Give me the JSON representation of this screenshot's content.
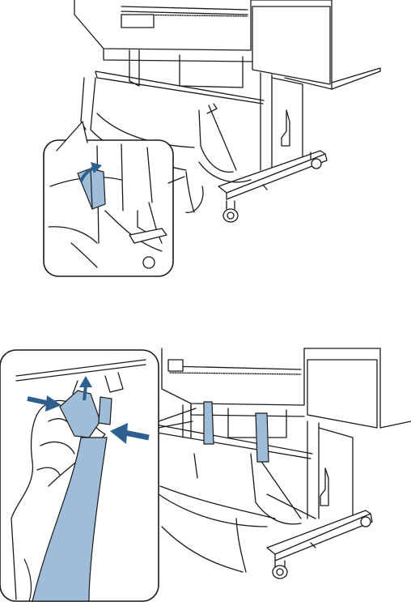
{
  "figures": [
    {
      "id": "fig-top",
      "subject": "printer-stand-with-paper-basket",
      "callout": "detail-fold-tab-up",
      "arrows": [
        "up-arrow"
      ]
    },
    {
      "id": "fig-bottom",
      "subject": "printer-stand-with-paper-basket",
      "callout": "detail-squeeze-and-lift-clip",
      "arrows": [
        "up-arrow",
        "right-arrow",
        "left-arrow"
      ]
    }
  ],
  "colors": {
    "line": "#1a1a1a",
    "accent_fill": "#9fbcd8",
    "accent_dark": "#336791",
    "arrow": "#2f5f8f",
    "paper": "#ffffff"
  }
}
